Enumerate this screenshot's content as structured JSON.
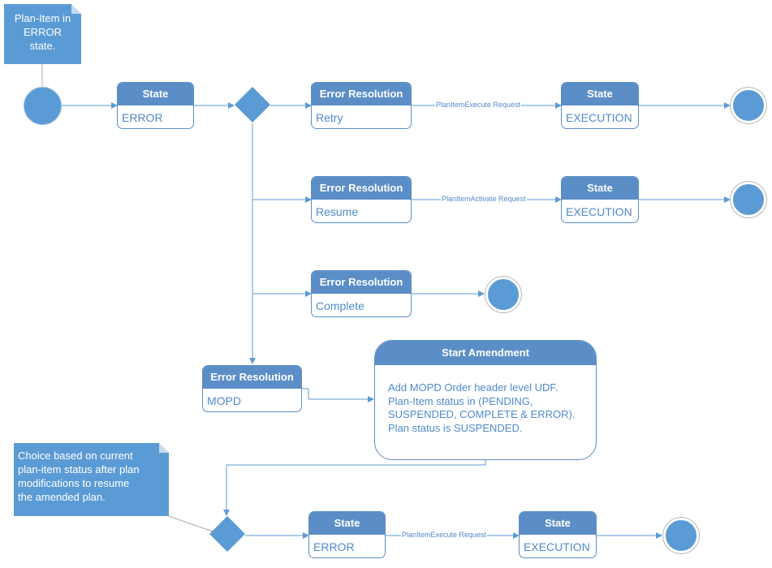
{
  "notes": {
    "plan_item_error": [
      "Plan-Item in",
      "ERROR",
      "state."
    ],
    "choice": [
      "Choice based on current",
      "plan-item status after plan",
      "modifications to resume",
      "the amended plan."
    ]
  },
  "nodes": {
    "state_error": {
      "header": "State",
      "value": "ERROR"
    },
    "retry": {
      "header": "Error Resolution",
      "value": "Retry"
    },
    "state_execution_1": {
      "header": "State",
      "value": "EXECUTION"
    },
    "resume": {
      "header": "Error Resolution",
      "value": "Resume"
    },
    "state_execution_2": {
      "header": "State",
      "value": "EXECUTION"
    },
    "complete": {
      "header": "Error Resolution",
      "value": "Complete"
    },
    "mopd": {
      "header": "Error Resolution",
      "value": "MOPD"
    },
    "start_amendment": {
      "header": "Start Amendment",
      "lines": [
        "Add MOPD Order header level UDF.",
        "Plan-Item status in (PENDING,",
        "SUSPENDED, COMPLETE & ERROR).",
        "Plan status is SUSPENDED."
      ]
    },
    "state_error_2": {
      "header": "State",
      "value": "ERROR"
    },
    "state_execution_3": {
      "header": "State",
      "value": "EXECUTION"
    }
  },
  "edges": {
    "execute_request_1": "PlanItemExecute Request",
    "activate_request": "PlanItemActivate Request",
    "execute_request_2": "PlanItemExecute Request"
  },
  "colors": {
    "accent": "#5b8ec7",
    "node_fill": "#5b9bd5",
    "text": "#4f8acb"
  }
}
